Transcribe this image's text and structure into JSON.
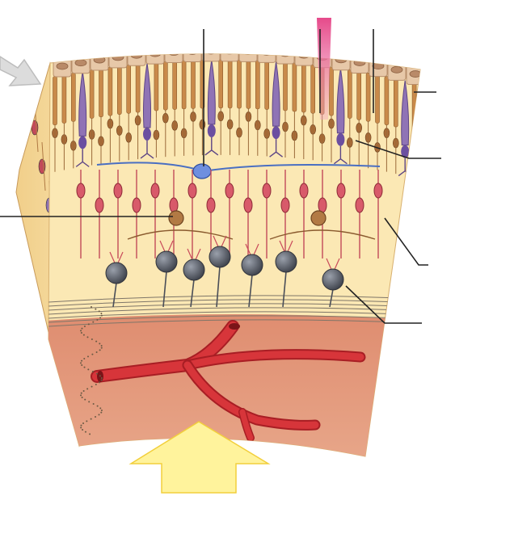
{
  "diagram": {
    "colors": {
      "background": "#ffffff",
      "tissue_light": "#fbe8b4",
      "tissue_mid": "#f4d69a",
      "rod_outer": "#c98a4a",
      "rod_nucleus": "#a86a36",
      "cone": "#8f73b5",
      "pigment_cell": "#e7c8a8",
      "pigment_nucleus": "#b98a68",
      "bipolar": "#c24a5a",
      "horizontal": "#4a6fc2",
      "amacrine": "#9a6232",
      "ganglion": "#5b5f6a",
      "choroid": "#e49a80",
      "vessel": "#d7353a",
      "light_arrow": "#fff6a0",
      "light_arrow_edge": "#f5d845",
      "side_arrow": "#d9d9d9",
      "leader_line": "#222222",
      "light_beam": "#e0508a"
    },
    "structures": [
      "pigment-epithelium",
      "rod",
      "cone",
      "horizontal-cell",
      "bipolar-cell",
      "amacrine-cell",
      "ganglion-cell",
      "optic-nerve-fibers",
      "blood-vessel",
      "incoming-light-arrow",
      "side-view-arrow"
    ],
    "labels": []
  }
}
